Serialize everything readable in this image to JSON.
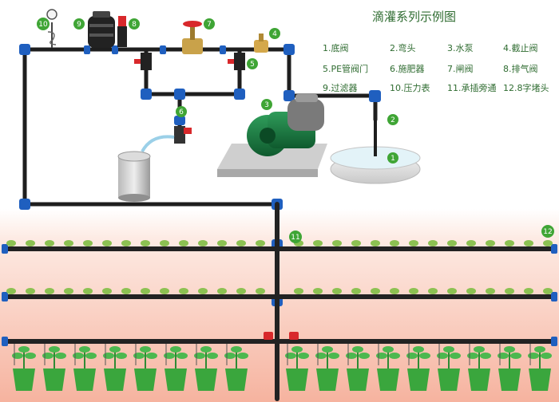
{
  "title": "滴灌系列示例图",
  "legend": [
    {
      "num": "1.",
      "label": "底阀"
    },
    {
      "num": "2.",
      "label": "弯头"
    },
    {
      "num": "3.",
      "label": "水泵"
    },
    {
      "num": "4.",
      "label": "截止阀"
    },
    {
      "num": "5.",
      "label": "PE管阀门"
    },
    {
      "num": "6.",
      "label": "施肥器"
    },
    {
      "num": "7.",
      "label": "闸阀"
    },
    {
      "num": "8.",
      "label": "排气阀"
    },
    {
      "num": "9.",
      "label": "过滤器"
    },
    {
      "num": "10.",
      "label": "压力表"
    },
    {
      "num": "11.",
      "label": "承插旁通"
    },
    {
      "num": "12.",
      "label": "8字堵头"
    }
  ],
  "badges": [
    "1",
    "2",
    "3",
    "4",
    "5",
    "6",
    "7",
    "8",
    "9",
    "10",
    "11",
    "12"
  ],
  "colors": {
    "pipe": "#1e1e1e",
    "fitting": "#1f5fbf",
    "valve_red": "#d8282b",
    "badge": "#3fa535",
    "title_text": "#2f6c31",
    "plant_green": "#3aa63d",
    "ground_top": "#fde8e0",
    "ground_bottom": "#f7b7a4"
  }
}
